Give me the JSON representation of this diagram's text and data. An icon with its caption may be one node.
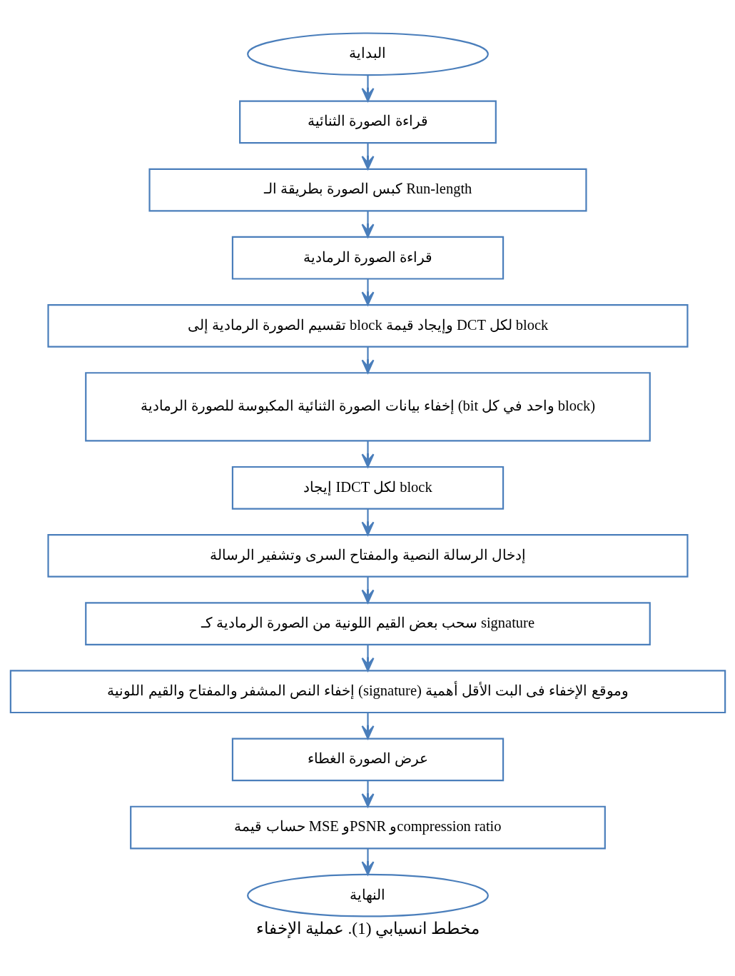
{
  "diagram": {
    "caption": "مخطط انسيابي (1). عملية الإخفاء",
    "nodes": [
      {
        "text": [
          "البداية"
        ]
      },
      {
        "text": [
          "قراءة الصورة الثنائية"
        ]
      },
      {
        "text": [
          "كبس الصورة بطريقة الـ Run-length"
        ]
      },
      {
        "text": [
          "قراءة الصورة الرمادية"
        ]
      },
      {
        "text": [
          "تقسيم الصورة الرمادية إلى block وإيجاد قيمة DCT لكل block"
        ]
      },
      {
        "text": [
          "إخفاء بيانات الصورة الثنائية المكبوسة للصورة الرمادية (bit واحد في كل block)"
        ]
      },
      {
        "text": [
          "إيجاد IDCT لكل block"
        ]
      },
      {
        "text": [
          "إدخال الرسالة النصية والمفتاح السرى وتشفير الرسالة"
        ]
      },
      {
        "text": [
          "سحب بعض القيم اللونية من الصورة الرمادية كـ signature"
        ]
      },
      {
        "text": [
          "إخفاء النص المشفر والمفتاح والقيم اللونية (signature) وموقع الإخفاء فى البت الأقل أهمية"
        ]
      },
      {
        "text": [
          "عرض الصورة الغطاء"
        ]
      },
      {
        "text": [
          "حساب قيمة MSE وPSNR وcompression ratio"
        ]
      },
      {
        "text": [
          "النهاية"
        ]
      }
    ],
    "edges": [
      {
        "from": 0,
        "to": 1,
        "arrow": "to"
      },
      {
        "from": 1,
        "to": 2,
        "arrow": "to"
      },
      {
        "from": 2,
        "to": 3,
        "arrow": "to"
      },
      {
        "from": 3,
        "to": 4,
        "arrow": "to"
      },
      {
        "from": 4,
        "to": 5,
        "arrow": "to"
      },
      {
        "from": 5,
        "to": 6,
        "arrow": "to"
      },
      {
        "from": 6,
        "to": 7,
        "arrow": "to"
      },
      {
        "from": 7,
        "to": 8,
        "arrow": "to"
      },
      {
        "from": 8,
        "to": 9,
        "arrow": "to"
      },
      {
        "from": 9,
        "to": 10,
        "arrow": "to"
      },
      {
        "from": 10,
        "to": 11,
        "arrow": "to"
      },
      {
        "from": 11,
        "to": 12,
        "arrow": "to"
      }
    ]
  }
}
